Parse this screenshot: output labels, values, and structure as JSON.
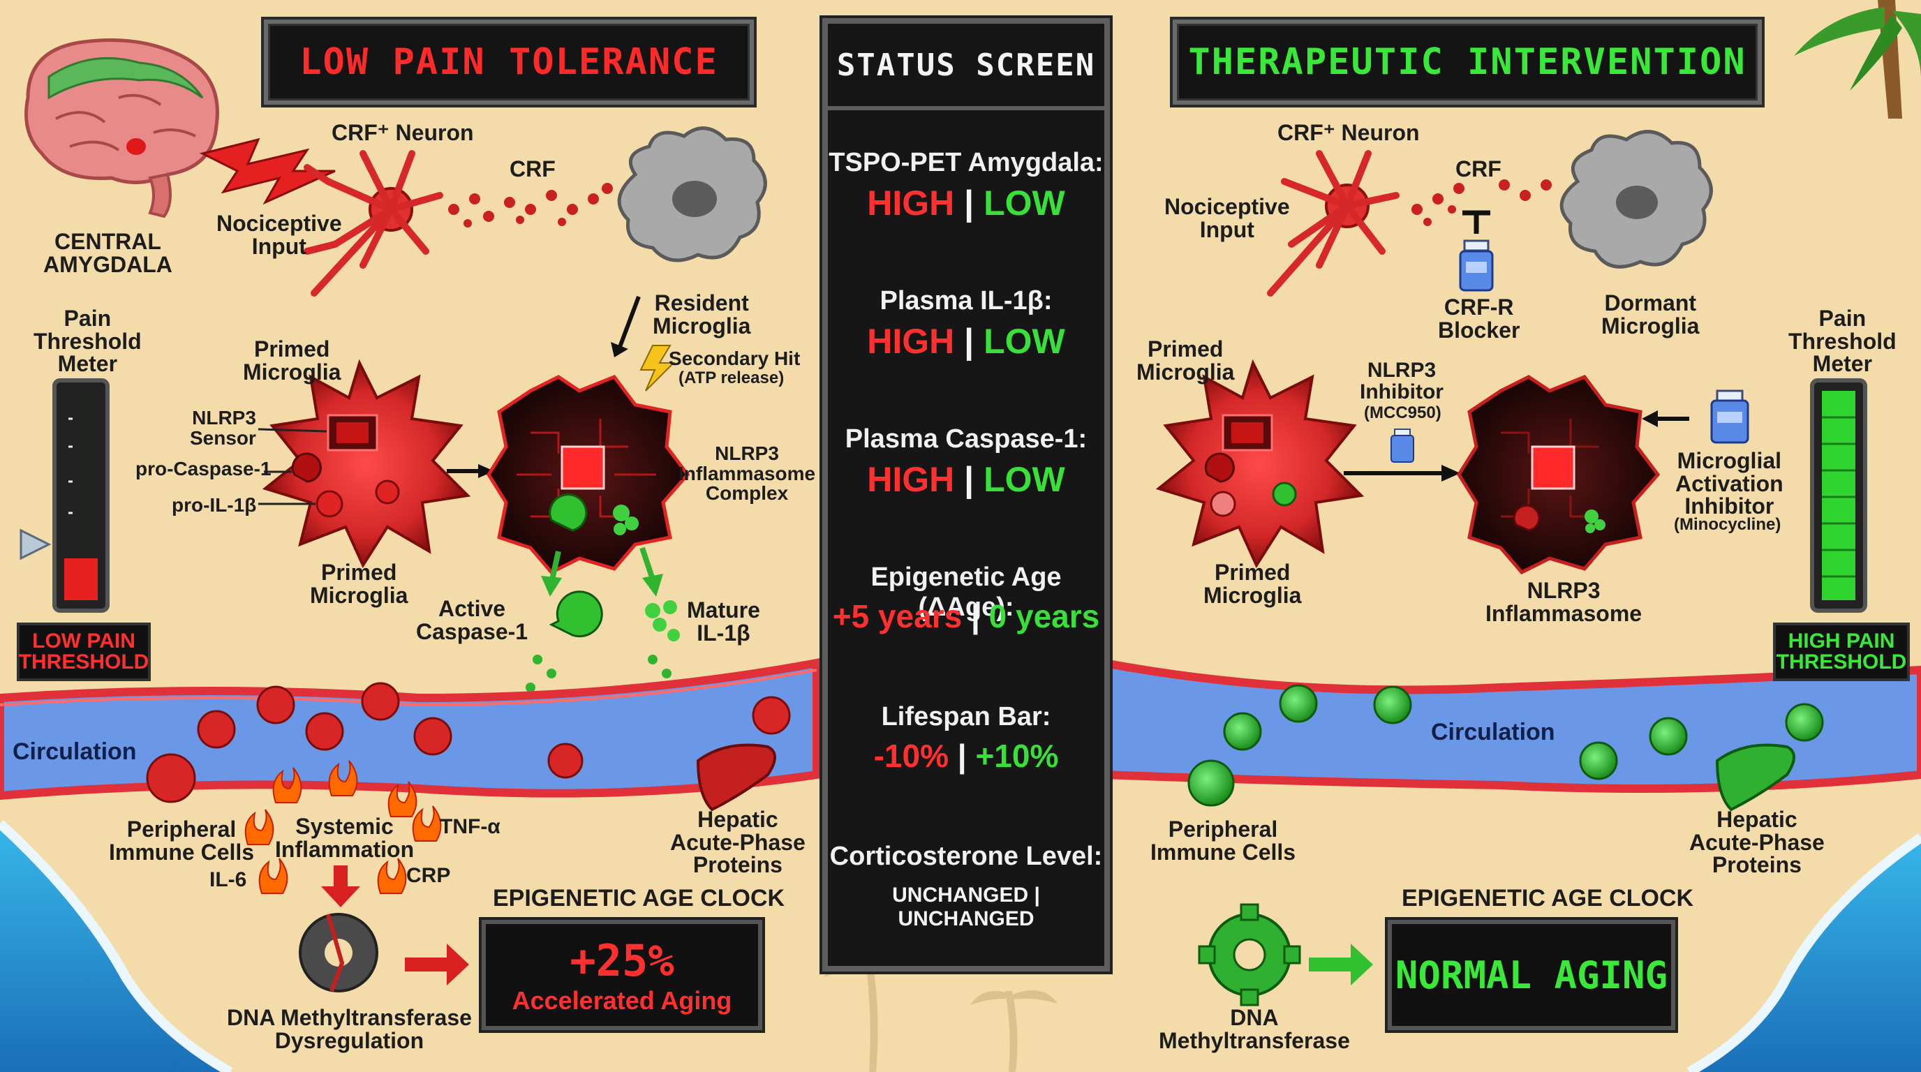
{
  "left": {
    "title": "LOW PAIN TOLERANCE",
    "central_amygdala": "CENTRAL\nAMYGDALA",
    "nociceptive_input": "Nociceptive\nInput",
    "crf_neuron": "CRF⁺ Neuron",
    "crf": "CRF",
    "resident_microglia": "Resident\nMicroglia",
    "secondary_hit": "Secondary Hit",
    "atp_release": "(ATP release)",
    "pain_meter_label": "Pain\nThreshold\nMeter",
    "pain_meter_level": 0.2,
    "primed_microglia_top": "Primed\nMicroglia",
    "nlrp3_sensor": "NLRP3\nSensor",
    "pro_caspase": "pro-Caspase-1",
    "pro_il1b": "pro-IL-1β",
    "primed_microglia_bottom": "Primed\nMicroglia",
    "nlrp3_complex": "NLRP3\nInflammasome\nComplex",
    "active_caspase": "Active\nCaspase-1",
    "mature_il1b": "Mature\nIL-1β",
    "low_pain_threshold": "LOW PAIN\nTHRESHOLD",
    "circulation": "Circulation",
    "peripheral_immune": "Peripheral\nImmune Cells",
    "systemic_inflammation": "Systemic\nInflammation",
    "tnf": "TNF-α",
    "il6": "IL-6",
    "crp": "CRP",
    "hepatic": "Hepatic\nAcute-Phase\nProteins",
    "epi_clock_label": "EPIGENETIC AGE CLOCK",
    "epi_clock_value": "+25%",
    "epi_clock_sub": "Accelerated Aging",
    "dnmt": "DNA Methyltransferase\nDysregulation"
  },
  "status": {
    "title": "STATUS SCREEN",
    "items": [
      {
        "label": "TSPO-PET Amygdala:",
        "left": "HIGH",
        "right": "LOW"
      },
      {
        "label": "Plasma IL-1β:",
        "left": "HIGH",
        "right": "LOW"
      },
      {
        "label": "Plasma Caspase-1:",
        "left": "HIGH",
        "right": "LOW"
      },
      {
        "label": "Epigenetic Age (ΔAge):",
        "left": "+5 years",
        "right": "0 years"
      },
      {
        "label": "Lifespan Bar:",
        "left": "-10%",
        "right": "+10%"
      },
      {
        "label": "Corticosterone Level:",
        "left": "UNCHANGED",
        "right": "UNCHANGED"
      }
    ],
    "separator": "|"
  },
  "right": {
    "title": "THERAPEUTIC INTERVENTION",
    "crf_neuron": "CRF⁺ Neuron",
    "crf": "CRF",
    "nociceptive_input": "Nociceptive\nInput",
    "crf_r_blocker": "CRF-R\nBlocker",
    "dormant_microglia": "Dormant\nMicroglia",
    "primed_microglia_top": "Primed\nMicroglia",
    "nlrp3_inhibitor": "NLRP3\nInhibitor",
    "mcc950": "(MCC950)",
    "microglial_inhibitor": "Microglial\nActivation\nInhibitor",
    "minocycline": "(Minocycline)",
    "primed_microglia_bottom": "Primed\nMicroglia",
    "nlrp3_inflammasome": "NLRP3\nInflammasome",
    "pain_meter_label": "Pain\nThreshold\nMeter",
    "pain_meter_level": 1.0,
    "high_pain_threshold": "HIGH PAIN\nTHRESHOLD",
    "circulation": "Circulation",
    "peripheral_immune": "Peripheral\nImmune Cells",
    "hepatic": "Hepatic\nAcute-Phase\nProteins",
    "epi_clock_label": "EPIGENETIC AGE CLOCK",
    "epi_clock_value": "NORMAL AGING",
    "dnmt": "DNA\nMethyltransferase"
  },
  "colors": {
    "red": "#ff3030",
    "green": "#39e039",
    "sand": "#f3dcaa",
    "vessel": "#5b8de0",
    "vessel_edge": "#e0303a"
  }
}
